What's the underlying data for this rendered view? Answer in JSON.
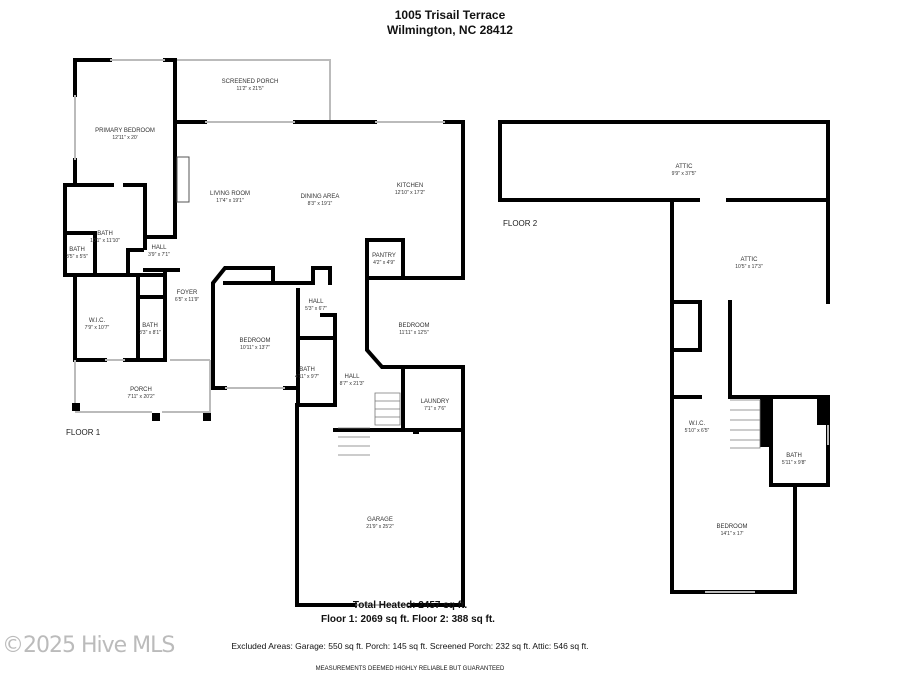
{
  "header": {
    "line1": "1005 Trisail Terrace",
    "line2": "Wilmington, NC 28412"
  },
  "floor1": {
    "label": "FLOOR 1",
    "rooms": [
      {
        "name": "SCREENED PORCH",
        "dim": "11'2\" x 21'5\""
      },
      {
        "name": "PRIMARY BEDROOM",
        "dim": "12'11\" x 20'"
      },
      {
        "name": "LIVING ROOM",
        "dim": "17'4\" x 19'1\""
      },
      {
        "name": "DINING AREA",
        "dim": "8'3\" x 19'1\""
      },
      {
        "name": "KITCHEN",
        "dim": "12'10\" x 17'2\""
      },
      {
        "name": "BATH",
        "dim": "10'1\" x 11'10\""
      },
      {
        "name": "BATH",
        "dim": "3'5\" x 5'5\""
      },
      {
        "name": "HALL",
        "dim": "3'9\" x 7'1\""
      },
      {
        "name": "PANTRY",
        "dim": "4'2\" x 4'9\""
      },
      {
        "name": "HALL",
        "dim": "5'3\" x 6'7\""
      },
      {
        "name": "FOYER",
        "dim": "6'5\" x 11'9\""
      },
      {
        "name": "W.I.C.",
        "dim": "7'9\" x 10'7\""
      },
      {
        "name": "BATH",
        "dim": "3'3\" x 8'1\""
      },
      {
        "name": "BEDROOM",
        "dim": "10'11\" x 13'7\""
      },
      {
        "name": "BEDROOM",
        "dim": "11'11\" x 12'5\""
      },
      {
        "name": "BATH",
        "dim": "4'11\" x 9'7\""
      },
      {
        "name": "HALL",
        "dim": "8'7\" x 21'3\""
      },
      {
        "name": "LAUNDRY",
        "dim": "7'1\" x 7'6\""
      },
      {
        "name": "PORCH",
        "dim": "7'11\" x 20'2\""
      },
      {
        "name": "GARAGE",
        "dim": "21'9\" x 25'2\""
      }
    ]
  },
  "floor2": {
    "label": "FLOOR 2",
    "rooms": [
      {
        "name": "ATTIC",
        "dim": "9'9\" x 37'5\""
      },
      {
        "name": "ATTIC",
        "dim": "10'5\" x 17'3\""
      },
      {
        "name": "W.I.C.",
        "dim": "5'10\" x 6'5\""
      },
      {
        "name": "BATH",
        "dim": "5'11\" x 9'8\""
      },
      {
        "name": "BEDROOM",
        "dim": "14'1\" x 17'"
      }
    ]
  },
  "footer": {
    "total": "Total Heated: 2457 sq ft.",
    "floors": "Floor 1: 2069 sq ft. Floor 2: 388 sq ft.",
    "excluded": "Excluded Areas: Garage: 550 sq ft. Porch: 145 sq ft. Screened Porch: 232 sq ft. Attic: 546 sq ft.",
    "disclaimer": "MEASUREMENTS DEEMED HIGHLY RELIABLE BUT GUARANTEED"
  },
  "watermark": "©2025 Hive MLS"
}
